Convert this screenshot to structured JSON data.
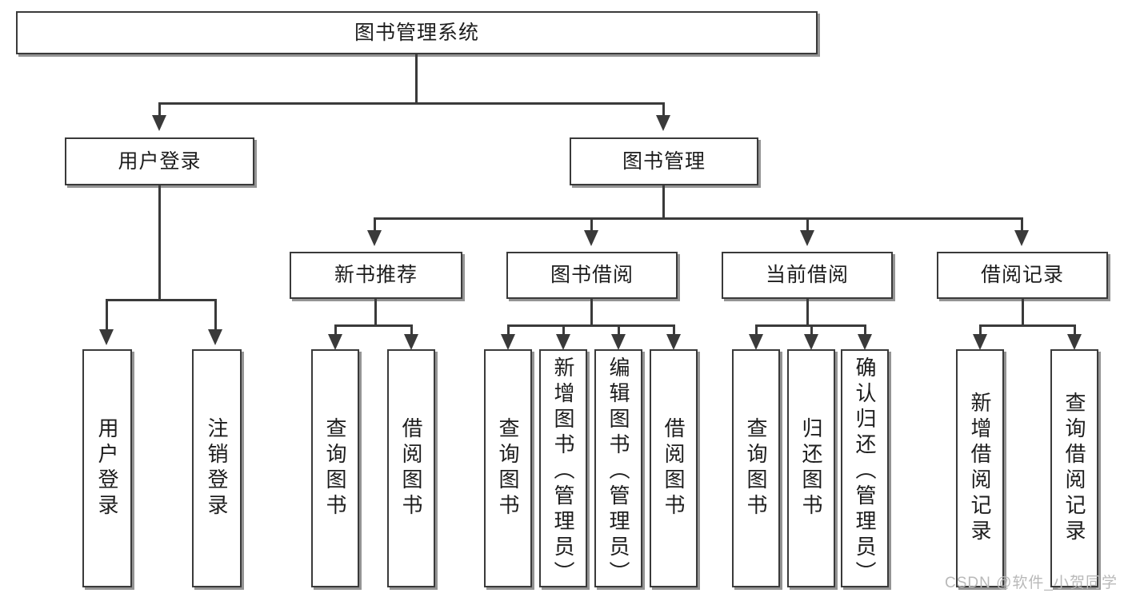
{
  "diagram": {
    "type": "tree-hierarchy",
    "title": "图书管理系统",
    "root": {
      "label": "图书管理系统",
      "id": "root"
    },
    "level1": [
      {
        "id": "user-login",
        "label": "用户登录"
      },
      {
        "id": "book-manage",
        "label": "图书管理"
      }
    ],
    "level2": [
      {
        "id": "new-book-recommend",
        "label": "新书推荐",
        "parent": "book-manage"
      },
      {
        "id": "book-borrow",
        "label": "图书借阅",
        "parent": "book-manage"
      },
      {
        "id": "current-borrow",
        "label": "当前借阅",
        "parent": "book-manage"
      },
      {
        "id": "borrow-record",
        "label": "借阅记录",
        "parent": "book-manage"
      }
    ],
    "leaves": [
      {
        "id": "leaf-user-login",
        "label": "用户登录",
        "parent": "user-login"
      },
      {
        "id": "leaf-logout-login",
        "label": "注销登录",
        "parent": "user-login"
      },
      {
        "id": "leaf-query-book-1",
        "label": "查询图书",
        "parent": "new-book-recommend"
      },
      {
        "id": "leaf-borrow-book-1",
        "label": "借阅图书",
        "parent": "new-book-recommend"
      },
      {
        "id": "leaf-query-book-2",
        "label": "查询图书",
        "parent": "book-borrow"
      },
      {
        "id": "leaf-add-book",
        "label": "新增图书（管理员）",
        "parent": "book-borrow"
      },
      {
        "id": "leaf-edit-book",
        "label": "编辑图书（管理员）",
        "parent": "book-borrow"
      },
      {
        "id": "leaf-borrow-book-2",
        "label": "借阅图书",
        "parent": "book-borrow"
      },
      {
        "id": "leaf-query-book-3",
        "label": "查询图书",
        "parent": "current-borrow"
      },
      {
        "id": "leaf-return-book",
        "label": "归还图书",
        "parent": "current-borrow"
      },
      {
        "id": "leaf-confirm-return",
        "label": "确认归还（管理员）",
        "parent": "current-borrow"
      },
      {
        "id": "leaf-add-record",
        "label": "新增借阅记录",
        "parent": "borrow-record"
      },
      {
        "id": "leaf-query-record",
        "label": "查询借阅记录",
        "parent": "borrow-record"
      }
    ],
    "colors": {
      "box_border": "#3a3a3a",
      "box_fill": "#ffffff",
      "text": "#1d1d1d",
      "connector": "#3a3a3a",
      "watermark": "#b9b9b9"
    }
  },
  "watermark": {
    "text": "CSDN @软件_小贺同学"
  }
}
